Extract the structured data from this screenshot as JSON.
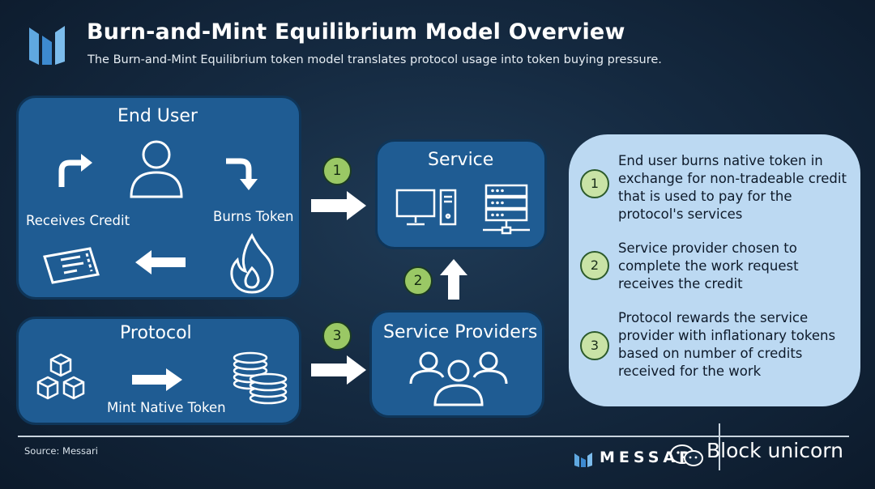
{
  "header": {
    "title": "Burn-and-Mint Equilibrium Model Overview",
    "subtitle": "The Burn-and-Mint Equilibrium token model translates protocol usage into token buying pressure."
  },
  "diagram": {
    "end_user": {
      "title": "End User",
      "receives_credit": "Receives Credit",
      "burns_token": "Burns Token"
    },
    "protocol": {
      "title": "Protocol",
      "mint_label": "Mint Native Token"
    },
    "service": {
      "title": "Service"
    },
    "service_providers": {
      "title": "Service Providers"
    },
    "steps": [
      "1",
      "2",
      "3"
    ]
  },
  "info_panel": {
    "items": [
      {
        "num": "1",
        "text": "End user burns native token in exchange for non-tradeable credit that is used to pay for the protocol's services"
      },
      {
        "num": "2",
        "text": "Service provider chosen to complete the work request receives the credit"
      },
      {
        "num": "3",
        "text": "Protocol rewards the service provider with inflationary tokens based on number of credits received for the work"
      }
    ]
  },
  "footer": {
    "source": "Source: Messari",
    "brand": "MESSARI",
    "watermark": "Block unicorn"
  },
  "colors": {
    "box_fill": "#1f5c93",
    "panel_fill": "#bcd9f2",
    "step_badge": "#9ac865",
    "background": "#152a41"
  }
}
